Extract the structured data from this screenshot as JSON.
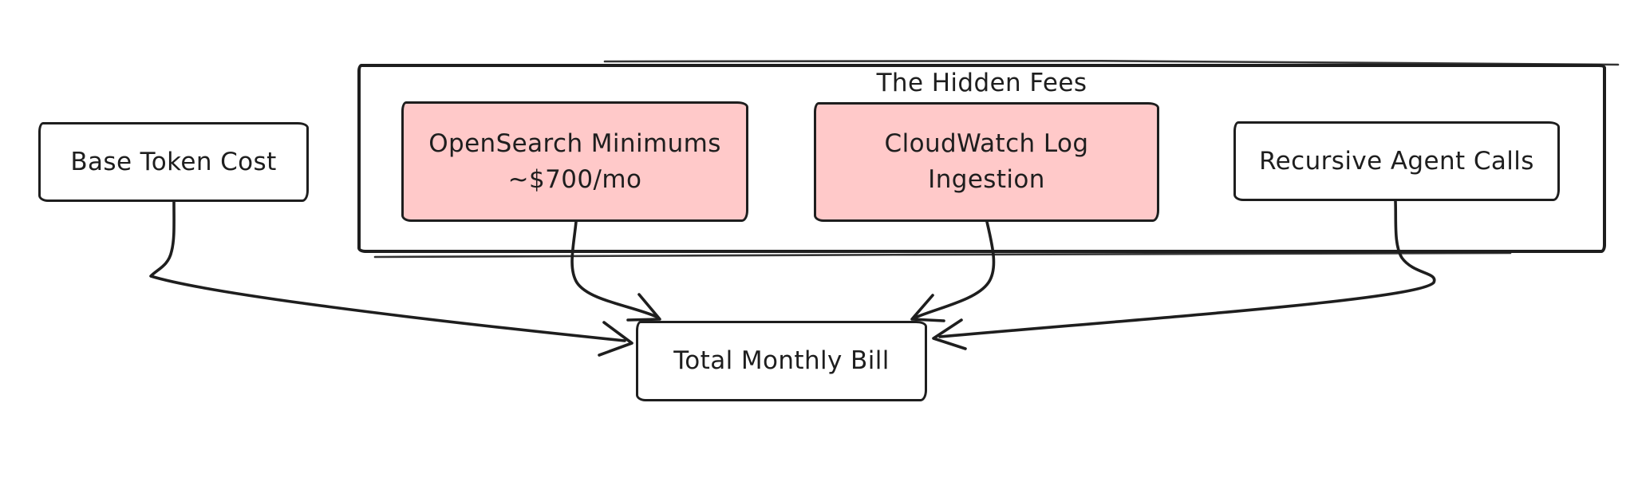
{
  "canvas": {
    "background": "#ffffff"
  },
  "colors": {
    "stroke": "#1e1e1e",
    "highlight_fill": "#ffc9c9",
    "node_fill": "#ffffff"
  },
  "diagram": {
    "type": "flowchart",
    "frame": {
      "label": "The Hidden Fees"
    },
    "nodes": [
      {
        "id": "base-token-cost",
        "lines": [
          "Base Token Cost"
        ],
        "fill": "#ffffff"
      },
      {
        "id": "opensearch-minimums",
        "lines": [
          "OpenSearch Minimums",
          "~$700/mo"
        ],
        "fill": "#ffc9c9",
        "in_frame": true
      },
      {
        "id": "cloudwatch-log-ingestion",
        "lines": [
          "CloudWatch Log",
          "Ingestion"
        ],
        "fill": "#ffc9c9",
        "in_frame": true
      },
      {
        "id": "recursive-agent-calls",
        "lines": [
          "Recursive Agent Calls"
        ],
        "fill": "#ffffff",
        "in_frame": true
      },
      {
        "id": "total-monthly-bill",
        "lines": [
          "Total Monthly Bill"
        ],
        "fill": "#ffffff"
      }
    ],
    "edges": [
      {
        "from": "base-token-cost",
        "to": "total-monthly-bill"
      },
      {
        "from": "opensearch-minimums",
        "to": "total-monthly-bill"
      },
      {
        "from": "cloudwatch-log-ingestion",
        "to": "total-monthly-bill"
      },
      {
        "from": "recursive-agent-calls",
        "to": "total-monthly-bill"
      }
    ]
  }
}
